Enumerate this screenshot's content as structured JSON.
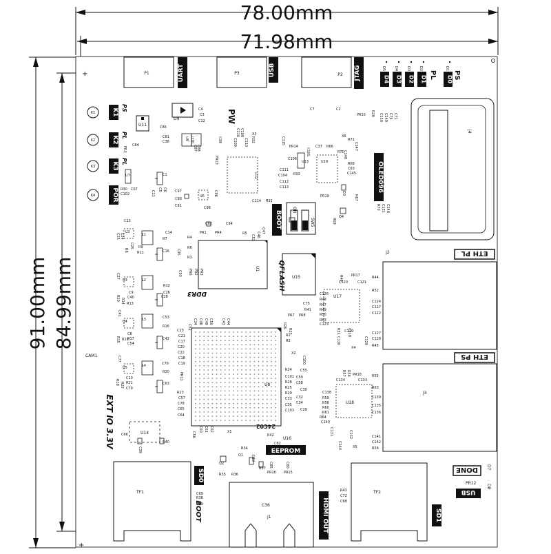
{
  "dimensions": {
    "width_outer": "78.00mm",
    "width_inner": "71.98mm",
    "height_outer": "91.00mm",
    "height_inner": "84.99mm"
  },
  "connectors_top": {
    "uart_ref": "P1",
    "uart": "UART",
    "usb_ref": "P3",
    "usb": "USB",
    "jtag_ref": "P2",
    "jtag": "JTAG"
  },
  "leds": [
    "D4",
    "D3",
    "D2",
    "D1",
    "D0"
  ],
  "led_refs": [
    "D5",
    "D4",
    "D3",
    "D2",
    "D1"
  ],
  "led_group_pl": "PL",
  "led_group_ps": "PS",
  "keys": [
    "K1",
    "K2",
    "K3",
    "POR"
  ],
  "key_refs": [
    "K1",
    "K2",
    "K3",
    "K4"
  ],
  "key_side": [
    "PS",
    "PL",
    "PL",
    ""
  ],
  "labels": {
    "oled": "OLED096",
    "boot": "BOOT",
    "qflash": "QFLASH",
    "ddr3": "DDR3",
    "eth_pl": "ETH PL",
    "eth_ps": "ETH PS",
    "ext_io": "EXT IO 3.3V",
    "eeprom": "EEPROM",
    "done": "DONE",
    "usb": "USB",
    "sd0": "SD0",
    "sd1": "SD1",
    "hdmi": "HDMI OUT",
    "boot_bottom": "BOOT",
    "pw": "PW",
    "sw_on": "ON",
    "sw_ref": "SW5",
    "cam": "CAM1",
    "date": "24C02"
  },
  "refs": {
    "j4": "J4",
    "j2": "J2",
    "j3": "J3",
    "j1": "J1",
    "u1": "U1",
    "u8": "U8",
    "u15": "U15",
    "u17": "U17",
    "u18": "U18",
    "u14": "U14",
    "u16": "U16",
    "u11": "U11",
    "u7": "U7",
    "u2": "U2",
    "u3": "U3",
    "u4": "U4",
    "u5": "U5",
    "u6": "U6",
    "u9": "U9",
    "u10": "U10",
    "u12": "U12",
    "u13": "U13",
    "u19": "U19",
    "tf1": "TF1",
    "tf2": "TF2",
    "c36": "C36",
    "x1": "X1",
    "x2": "X2",
    "x3": "X3",
    "x4": "X4",
    "x5": "X5",
    "x6": "X6",
    "l1": "L1",
    "l2": "L2",
    "l3": "L3",
    "l4": "L4",
    "q1": "Q1",
    "q2": "Q2",
    "q4": "Q4",
    "c1": "C1",
    "c16": "C16",
    "c28": "C28",
    "c42": "C42",
    "c63": "C63",
    "d9": "D9",
    "d7": "D7",
    "d8": "D8",
    "d10": "D10",
    "pr12": "PR12",
    "pr14": "PR14",
    "pr19": "PR19",
    "pr10": "PR10",
    "pr15": "PR15",
    "pr16": "PR16",
    "pr18": "PR18",
    "pr17": "PR17",
    "r42": "R42",
    "r34": "R34",
    "r35": "R35",
    "r36": "R36",
    "r37": "R37",
    "r43": "R43",
    "r44": "R44",
    "r52": "R52",
    "r45": "R45",
    "r55": "R55",
    "r63": "R63",
    "r38": "R38",
    "r39": "R39",
    "r40": "R40",
    "c69": "C69",
    "c72": "C72",
    "c68": "C68",
    "c66": "C66",
    "c39": "C39",
    "c82": "C82",
    "c80": "C80",
    "c85": "C85",
    "c7": "C7",
    "c2": "C2",
    "c4": "C4",
    "c3": "C3",
    "c12": "C12",
    "c86": "C86",
    "c84": "C84",
    "c81": "C81",
    "c38": "C38",
    "pr3": "PR3",
    "pr13": "PR13",
    "c37": "C37",
    "r66": "R66",
    "r70": "R70",
    "r71": "R71",
    "r68": "R68",
    "c83": "C83",
    "c145": "C145",
    "c106": "C106",
    "c111": "C111",
    "c104": "C104",
    "c112": "C112",
    "c113": "C113",
    "r33": "R33",
    "c114": "C114",
    "r31": "R31",
    "c97": "C97",
    "c90": "C90",
    "c91": "C91",
    "c98": "C98",
    "c96": "C96",
    "r30": "R30",
    "c67": "C67",
    "c102": "C102",
    "c5": "C5",
    "c6": "C6",
    "c11": "C11",
    "c13": "C13",
    "c15": "C15",
    "c24": "C24",
    "c25": "C25",
    "r8": "R8",
    "r9": "R9",
    "r11": "R11",
    "c14": "C14",
    "r7": "R7",
    "c27": "C27",
    "c9": "C9",
    "c40": "C40",
    "r10": "R10",
    "r14": "R14",
    "r13": "R13",
    "c41": "C41",
    "r12": "R12",
    "c26": "C26",
    "c53": "C53",
    "r16": "R16",
    "c8": "C8",
    "r17": "R17",
    "c54": "C54",
    "r15": "R15",
    "r19": "R19",
    "c77": "C77",
    "c76": "C76",
    "r20": "R20",
    "c10": "C10",
    "r21": "R21",
    "c79": "C79",
    "r18": "R18",
    "r22": "R22",
    "c92": "C92",
    "c94": "C94",
    "pr1": "PR1",
    "pr4": "PR4",
    "r5": "R5",
    "c52": "C52",
    "c46": "C46",
    "c47": "C47",
    "r4": "R4",
    "r3": "R3",
    "c95": "C95",
    "pr6": "PR6",
    "pr2": "PR2",
    "pr3b": "PR3",
    "c93": "C93",
    "c126": "C126",
    "r48": "R48",
    "r47": "R47",
    "r49": "R49",
    "r50": "R50",
    "r53": "R53",
    "c123": "C123",
    "c75": "C75",
    "r41": "R41",
    "pr7": "PR7",
    "pr8": "PR8",
    "r46": "R46",
    "c120": "C120",
    "c121": "C121",
    "c124": "C124",
    "c117": "C117",
    "c122": "C122",
    "c127": "C127",
    "c128": "C128",
    "c118": "C118",
    "c119": "C119",
    "r51": "R51",
    "c130": "C130",
    "c129": "C129",
    "c23": "C23",
    "c21": "C21",
    "c17": "C17",
    "c20": "C20",
    "c22": "C22",
    "c18": "C18",
    "c19": "C19",
    "c34": "C34",
    "c48": "C48",
    "c49": "C49",
    "c50": "C50",
    "c43": "C43",
    "c44": "C44",
    "c51": "C51",
    "r27": "R27",
    "r26": "R26",
    "r1": "R1",
    "r2": "R2",
    "c100": "C100",
    "r24": "R24",
    "c55": "C55",
    "c101": "C101",
    "r28": "R28",
    "c59": "C59",
    "c58": "C58",
    "r25": "R25",
    "r29": "R29",
    "c30": "C30",
    "c32": "C32",
    "c33": "C33",
    "c34b": "C34",
    "c35": "C35",
    "c103": "C103",
    "c29": "C29",
    "r23": "R23",
    "c57": "C57",
    "c78": "C78",
    "c65": "C65",
    "c64": "C64",
    "pr11": "PR11",
    "c56": "C56",
    "c60": "C60",
    "c61": "C61",
    "c62": "C62",
    "r57": "R57",
    "r56": "R56",
    "c134": "C134",
    "c133": "C133",
    "c138": "C138",
    "r59": "R59",
    "r58": "R58",
    "r60": "R60",
    "r61": "R61",
    "r64": "R64",
    "c140": "C140",
    "c131": "C131",
    "c132": "C132",
    "c139": "C139",
    "c135": "C135",
    "c136": "C136",
    "c141": "C141",
    "c142": "C142",
    "c144": "C144",
    "c150": "C150",
    "c149": "C149",
    "c74": "C74",
    "c71": "C71",
    "r72": "R72",
    "c151": "C151",
    "c146": "C146",
    "r29b": "R29",
    "c116": "C116",
    "c108": "C108",
    "r32": "R32",
    "c115": "C115",
    "c110": "C110",
    "c109": "C109",
    "c87": "C87",
    "c88": "C88",
    "r69": "R69",
    "r67": "R67",
    "c147": "C147",
    "c148": "C148",
    "c105": "C105",
    "c70": "C70",
    "c71b": "C71",
    "d3": "D3",
    "r6": "R6"
  }
}
